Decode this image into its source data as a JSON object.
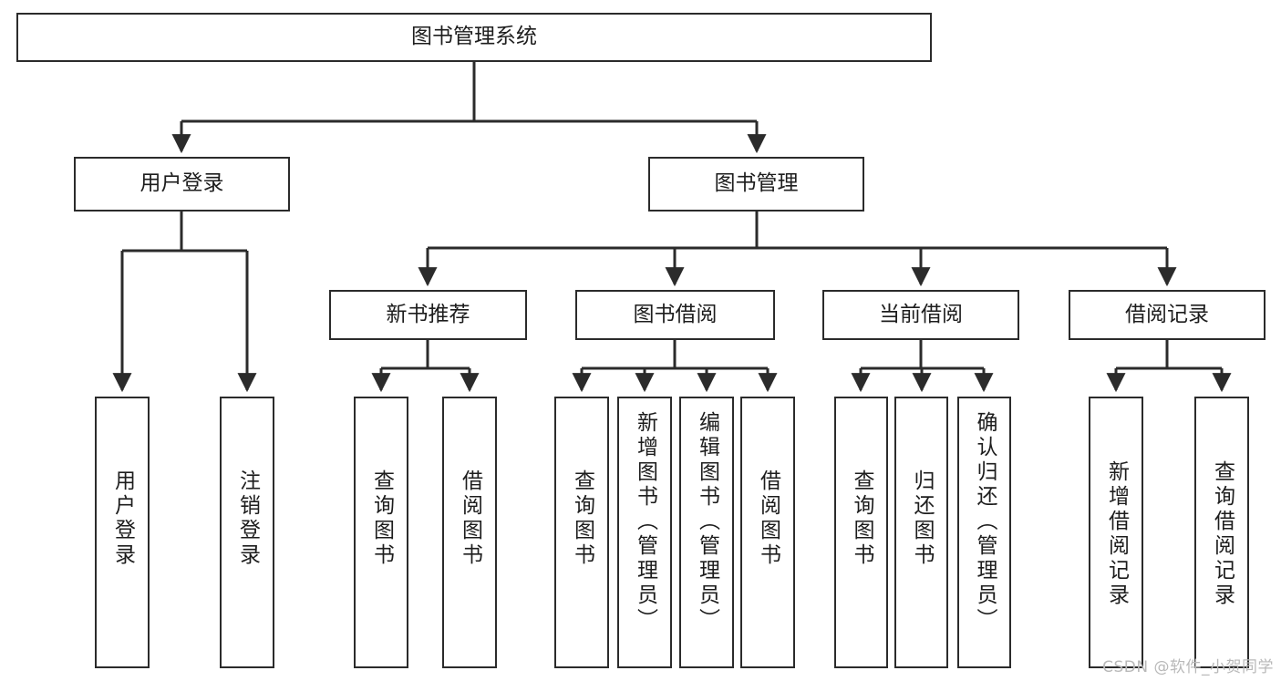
{
  "diagram": {
    "type": "tree-hierarchy",
    "title": "图书管理系统",
    "background_color": "#ffffff",
    "box_border_color": "#2b2b2b",
    "connector_color": "#2b2b2b",
    "text_color": "#1d1d1d",
    "root": {
      "label": "图书管理系统",
      "orientation": "horizontal"
    },
    "level2": [
      {
        "label": "用户登录",
        "orientation": "horizontal"
      },
      {
        "label": "图书管理",
        "orientation": "horizontal"
      }
    ],
    "level3": [
      {
        "label": "新书推荐",
        "orientation": "horizontal"
      },
      {
        "label": "图书借阅",
        "orientation": "horizontal"
      },
      {
        "label": "当前借阅",
        "orientation": "horizontal"
      },
      {
        "label": "借阅记录",
        "orientation": "horizontal"
      }
    ],
    "leaves": {
      "user_login": [
        {
          "label": "用户登录",
          "orientation": "vertical"
        },
        {
          "label": "注销登录",
          "orientation": "vertical"
        }
      ],
      "new_book_recommend": [
        {
          "label": "查询图书",
          "orientation": "vertical"
        },
        {
          "label": "借阅图书",
          "orientation": "vertical"
        }
      ],
      "book_borrow": [
        {
          "label": "查询图书",
          "orientation": "vertical"
        },
        {
          "label": "新增图书（管理员）",
          "orientation": "vertical"
        },
        {
          "label": "编辑图书（管理员）",
          "orientation": "vertical"
        },
        {
          "label": "借阅图书",
          "orientation": "vertical"
        }
      ],
      "current_borrow": [
        {
          "label": "查询图书",
          "orientation": "vertical"
        },
        {
          "label": "归还图书",
          "orientation": "vertical"
        },
        {
          "label": "确认归还（管理员）",
          "orientation": "vertical"
        }
      ],
      "borrow_record": [
        {
          "label": "新增借阅记录",
          "orientation": "vertical"
        },
        {
          "label": "查询借阅记录",
          "orientation": "vertical"
        }
      ]
    }
  },
  "watermark": {
    "text": "CSDN @软件_小贺同学"
  }
}
